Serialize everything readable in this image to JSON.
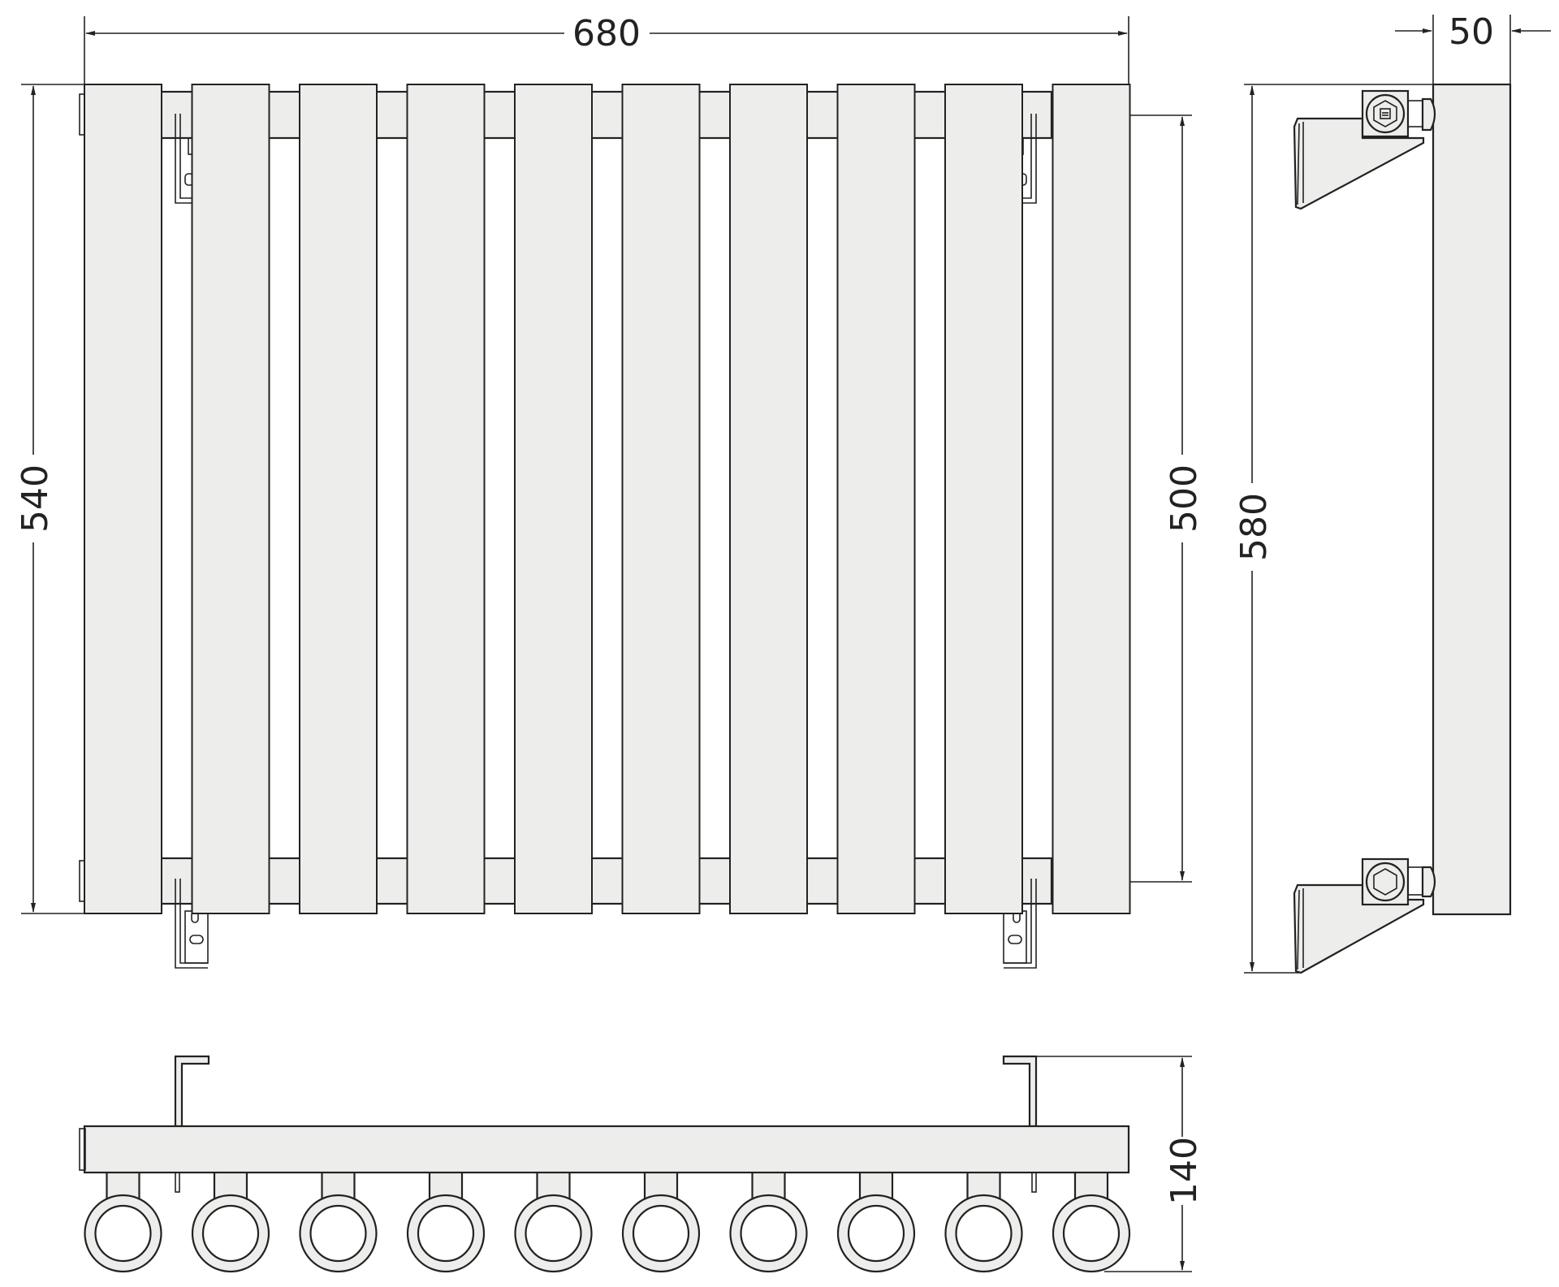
{
  "drawing": {
    "dimensions": {
      "width_overall": "680",
      "depth_side": "50",
      "height_left": "540",
      "height_connection": "500",
      "height_side": "580",
      "depth_bottom": "140"
    },
    "panel_count": 10,
    "colors": {
      "line": "#222222",
      "fill": "#edeeec",
      "background": "#ffffff"
    }
  }
}
